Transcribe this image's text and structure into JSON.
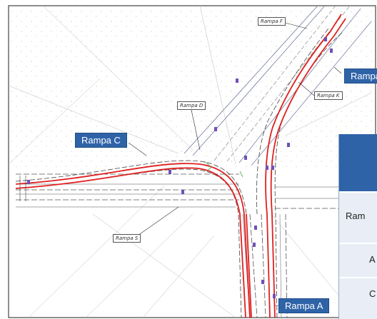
{
  "ramp_labels": {
    "rampa_c": "Rampa C",
    "rampa_a": "Rampa A",
    "rampa_b_partial": "Rampa"
  },
  "cad_tags": {
    "rampa_f": "Rampa F",
    "rampa_d": "Rampa D",
    "rampa_k": "Rampa K",
    "rampa_s": "Rampa S"
  },
  "table": {
    "rows": [
      "Ram",
      "A",
      "C"
    ]
  },
  "colors": {
    "alignment_red": "#e02020",
    "label_blue": "#2f63a8",
    "table_row_bg": "#e9eef6"
  }
}
